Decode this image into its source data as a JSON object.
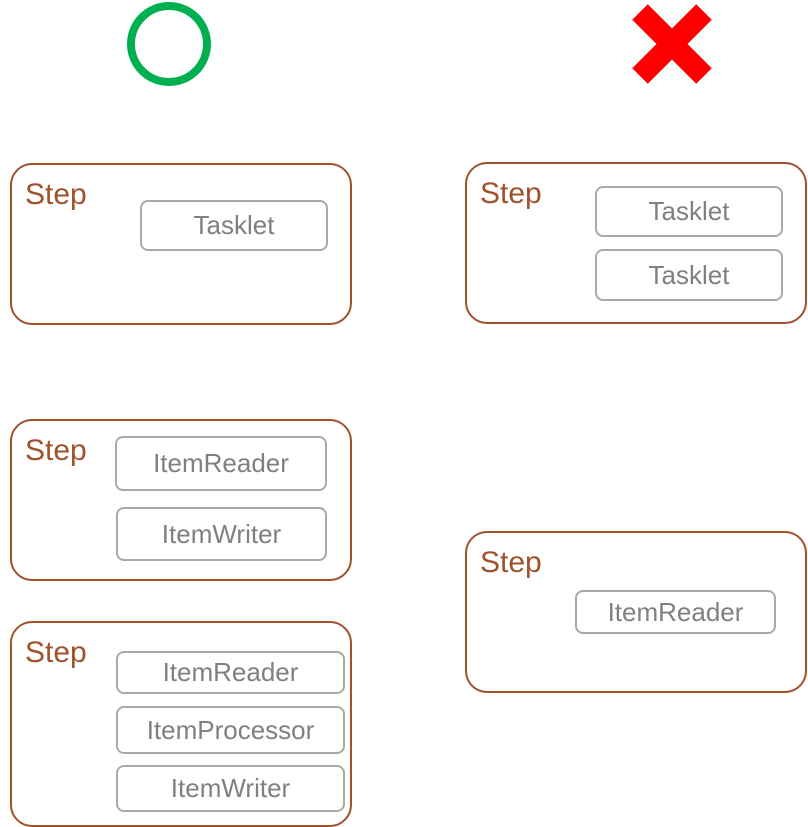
{
  "marks": {
    "ok": {
      "icon": "circle-ok-icon",
      "color": "#00b050"
    },
    "ng": {
      "icon": "cross-ng-icon",
      "color": "#ff0000"
    }
  },
  "steps": {
    "a": {
      "label": "Step",
      "components": [
        "Tasklet"
      ]
    },
    "b": {
      "label": "Step",
      "components": [
        "ItemReader",
        "ItemWriter"
      ]
    },
    "c": {
      "label": "Step",
      "components": [
        "ItemReader",
        "ItemProcessor",
        "ItemWriter"
      ]
    },
    "d": {
      "label": "Step",
      "components": [
        "Tasklet",
        "Tasklet"
      ]
    },
    "e": {
      "label": "Step",
      "components": [
        "ItemReader"
      ]
    }
  },
  "colors": {
    "step_border": "#a0522d",
    "component_border": "#a9a9a9",
    "component_text": "#808080"
  }
}
